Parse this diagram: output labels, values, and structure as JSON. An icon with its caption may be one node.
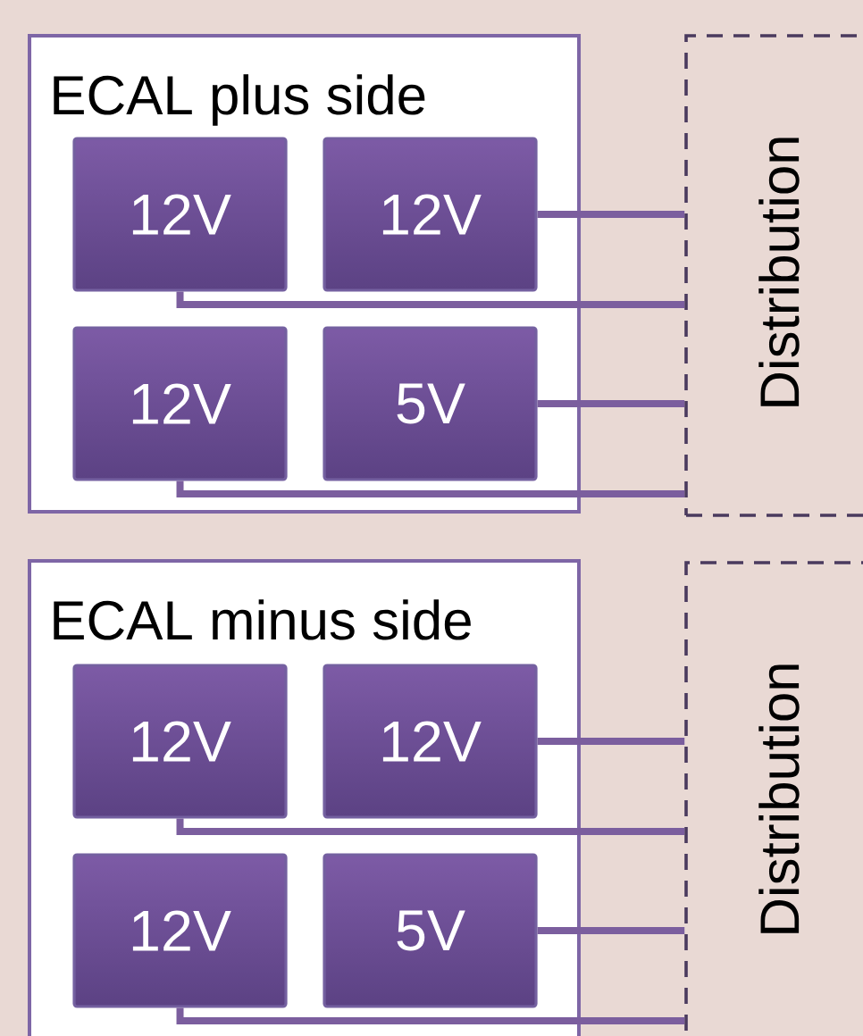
{
  "diagram": {
    "nodes": [
      {
        "text": [
          "ECAL plus side"
        ]
      },
      {
        "text": [
          "12V"
        ],
        "in": 0
      },
      {
        "text": [
          "12V"
        ],
        "in": 0
      },
      {
        "text": [
          "12V"
        ],
        "in": 0
      },
      {
        "text": [
          "5V"
        ],
        "in": 0
      },
      {
        "text": [
          "Distribution"
        ]
      },
      {
        "text": [
          "ECAL minus side"
        ]
      },
      {
        "text": [
          "12V"
        ],
        "in": 6
      },
      {
        "text": [
          "12V"
        ],
        "in": 6
      },
      {
        "text": [
          "12V"
        ],
        "in": 6
      },
      {
        "text": [
          "5V"
        ],
        "in": 6
      },
      {
        "text": [
          "Distribution"
        ]
      }
    ],
    "edges": [
      {
        "from": 2,
        "to": 5,
        "arrow": "none"
      },
      {
        "from": 1,
        "to": 5,
        "arrow": "none"
      },
      {
        "from": 4,
        "to": 5,
        "arrow": "none"
      },
      {
        "from": 3,
        "to": 5,
        "arrow": "none"
      },
      {
        "from": 8,
        "to": 11,
        "arrow": "none"
      },
      {
        "from": 7,
        "to": 11,
        "arrow": "none"
      },
      {
        "from": 10,
        "to": 11,
        "arrow": "none"
      },
      {
        "from": 9,
        "to": 11,
        "arrow": "none"
      }
    ]
  }
}
